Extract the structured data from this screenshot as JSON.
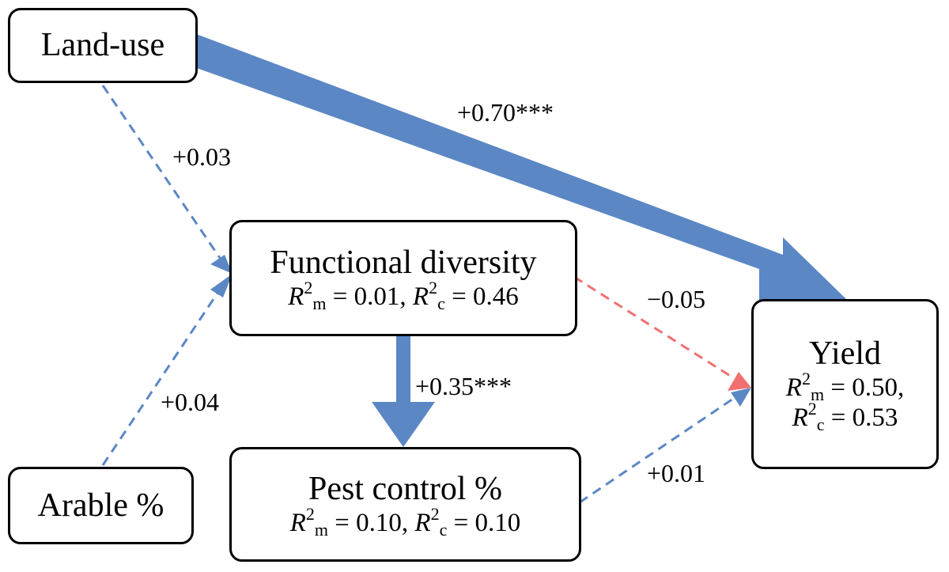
{
  "colors": {
    "positive": "#5B87C5",
    "negative": "#F07070",
    "border": "#000000"
  },
  "nodes": {
    "land_use": {
      "title": "Land-use"
    },
    "arable": {
      "title": "Arable %"
    },
    "functional_diversity": {
      "title": "Functional diversity",
      "r2m_value": "0.01",
      "r2c_value": "0.46"
    },
    "pest_control": {
      "title": "Pest control %",
      "r2m_value": "0.10",
      "r2c_value": "0.10"
    },
    "yield": {
      "title": "Yield",
      "r2m_value": "0.50",
      "r2c_value": "0.53"
    }
  },
  "stat_symbols": {
    "r": "R",
    "sq": "2",
    "m": "m",
    "c": "c"
  },
  "edges": [
    {
      "from": "Land-use",
      "to": "Yield",
      "label": "+0.70***",
      "sign": "positive",
      "significant": true
    },
    {
      "from": "Land-use",
      "to": "Functional diversity",
      "label": "+0.03",
      "sign": "positive",
      "significant": false
    },
    {
      "from": "Arable %",
      "to": "Functional diversity",
      "label": "+0.04",
      "sign": "positive",
      "significant": false
    },
    {
      "from": "Functional diversity",
      "to": "Pest control %",
      "label": "+0.35***",
      "sign": "positive",
      "significant": true
    },
    {
      "from": "Functional diversity",
      "to": "Yield",
      "label": "−0.05",
      "sign": "negative",
      "significant": false
    },
    {
      "from": "Pest control %",
      "to": "Yield",
      "label": "+0.01",
      "sign": "positive",
      "significant": false
    }
  ]
}
